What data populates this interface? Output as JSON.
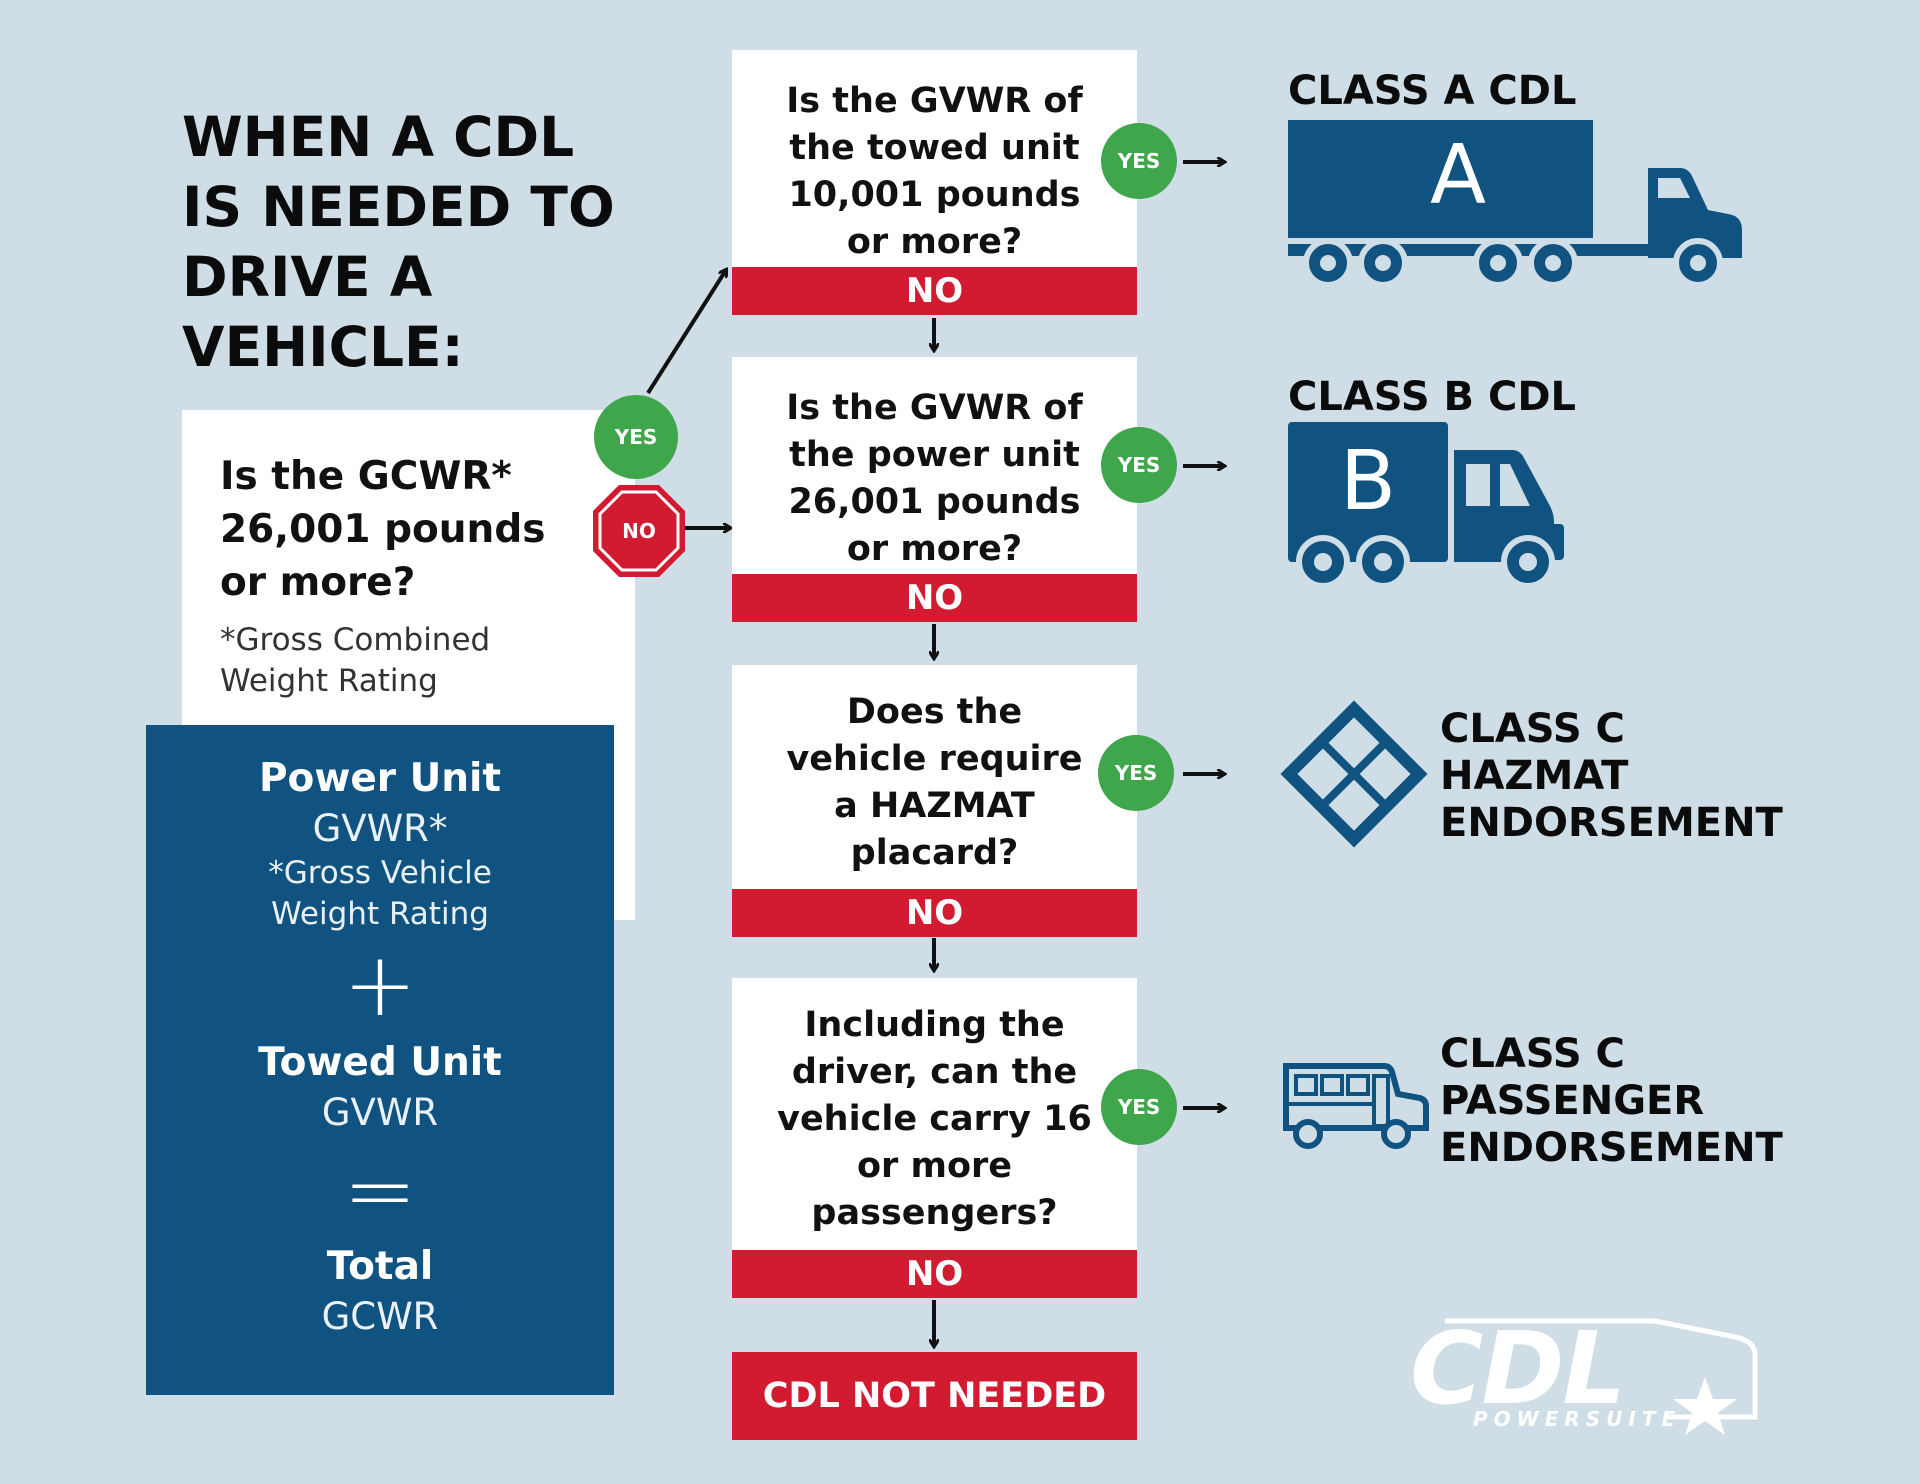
{
  "title": {
    "lines": [
      "WHEN A CDL",
      "IS NEEDED TO",
      "DRIVE A",
      "VEHICLE:"
    ]
  },
  "gcwr_question": {
    "lines": [
      "Is the GCWR*",
      "26,001 pounds",
      "or more?"
    ],
    "note_lines": [
      "*Gross Combined",
      "Weight Rating"
    ],
    "yes_label": "YES",
    "no_label": "NO"
  },
  "formula": {
    "power_unit": "Power Unit",
    "power_unit_sub": "GVWR*",
    "power_note_lines": [
      "*Gross Vehicle",
      "Weight Rating"
    ],
    "plus": "+",
    "towed_unit": "Towed Unit",
    "towed_unit_sub": "GVWR",
    "equals": "=",
    "total": "Total",
    "total_sub": "GCWR"
  },
  "questions": [
    {
      "lines": [
        "Is the GVWR of",
        "the towed unit",
        "10,001 pounds",
        "or more?"
      ],
      "yes": "YES",
      "no": "NO"
    },
    {
      "lines": [
        "Is the GVWR of",
        "the power unit",
        "26,001 pounds",
        "or more?"
      ],
      "yes": "YES",
      "no": "NO"
    },
    {
      "lines": [
        "Does the",
        "vehicle require",
        "a HAZMAT",
        "placard?"
      ],
      "yes": "YES",
      "no": "NO"
    },
    {
      "lines": [
        "Including the",
        "driver, can the",
        "vehicle carry 16",
        "or more",
        "passengers?"
      ],
      "yes": "YES",
      "no": "NO"
    }
  ],
  "outcomes": [
    {
      "lines": [
        "CLASS A CDL"
      ],
      "icon": "semi-truck-icon",
      "letter": "A"
    },
    {
      "lines": [
        "CLASS B CDL"
      ],
      "icon": "box-truck-icon",
      "letter": "B"
    },
    {
      "lines": [
        "CLASS C",
        "HAZMAT",
        "ENDORSEMENT"
      ],
      "icon": "hazmat-placard-icon"
    },
    {
      "lines": [
        "CLASS C",
        "PASSENGER",
        "ENDORSEMENT"
      ],
      "icon": "bus-icon"
    }
  ],
  "final": "CDL NOT NEEDED",
  "logo": {
    "main": "CDL",
    "sub": "POWERSUITE"
  },
  "colors": {
    "background": "#cfdde6",
    "navy": "#115380",
    "red": "#d21a31",
    "green": "#3fa64c"
  }
}
